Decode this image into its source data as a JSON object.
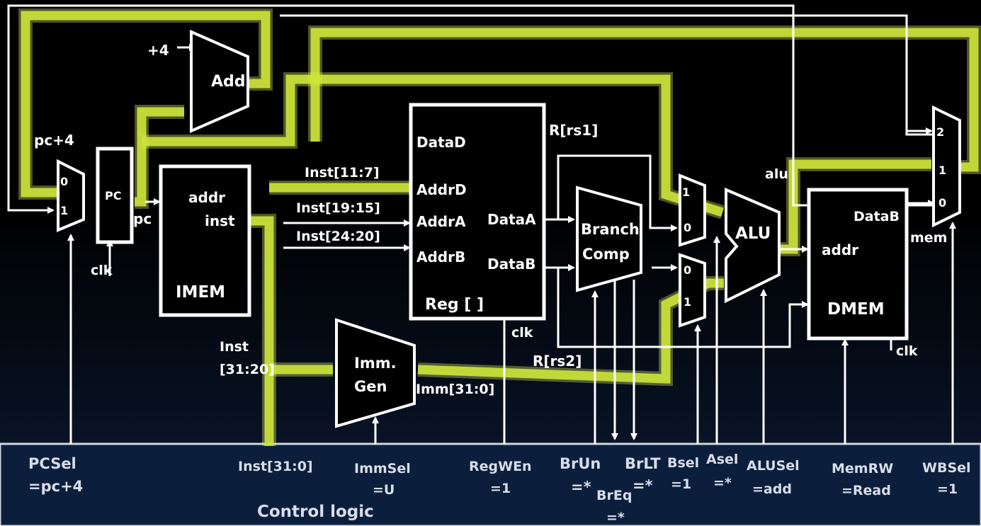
{
  "blocks": {
    "add": "Add",
    "add_const": "+4",
    "pc": "PC",
    "pc_out": "pc",
    "pc_plus4": "pc+4",
    "imem": "IMEM",
    "imem_addr": "addr",
    "imem_inst": "inst",
    "reg": "Reg [ ]",
    "dataD": "DataD",
    "addrD": "AddrD",
    "addrA": "AddrA",
    "addrB": "AddrB",
    "dataA": "DataA",
    "dataB": "DataB",
    "rs1": "R[rs1]",
    "rs2": "R[rs2]",
    "branch1": "Branch",
    "branch2": "Comp",
    "imm1": "Imm.",
    "imm2": "Gen",
    "imm_out": "Imm[31:0]",
    "alu": "ALU",
    "alu_lbl": "alu",
    "mem_lbl": "mem",
    "dmem": "DMEM",
    "dmem_addr": "addr",
    "dmem_dataB": "DataB",
    "clk": "clk",
    "inst_11_7": "Inst[11:7]",
    "inst_19_15": "Inst[19:15]",
    "inst_24_20": "Inst[24:20]",
    "inst_31_20a": "Inst",
    "inst_31_20b": "[31:20]",
    "pcmux_0": "0",
    "pcmux_1": "1",
    "amux_1": "1",
    "amux_0": "0",
    "bmux_0": "0",
    "bmux_1": "1",
    "wbmux_2": "2",
    "wbmux_1": "1",
    "wbmux_0": "0"
  },
  "control": {
    "pcsel_name": "PCSel",
    "pcsel_val": "=pc+4",
    "inst": "Inst[31:0]",
    "immsel_name": "ImmSel",
    "immsel_val": "=U",
    "regwen_name": "RegWEn",
    "regwen_val": "=1",
    "brun_name": "BrUn",
    "brun_val": "=*",
    "breq_name": "BrEq",
    "breq_val": "=*",
    "brlt_name": "BrLT",
    "brlt_val": "=*",
    "bsel_name": "Bsel",
    "bsel_val": "=1",
    "asel_name": "Asel",
    "asel_val": "=*",
    "alusel_name": "ALUSel",
    "alusel_val": "=add",
    "memrw_name": "MemRW",
    "memrw_val": "=Read",
    "wbsel_name": "WBSel",
    "wbsel_val": "=1",
    "title": "Control logic"
  },
  "colors": {
    "highlight": "#cde53a",
    "wire": "#ffffff",
    "control_bg": "#0b1f3d"
  }
}
